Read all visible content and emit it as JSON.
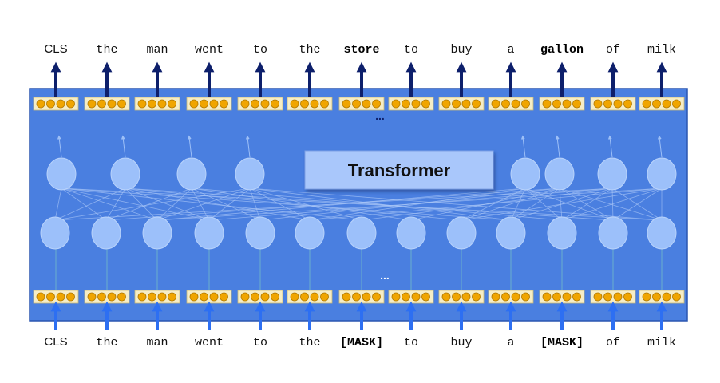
{
  "transformer_label": "Transformer",
  "output_tokens": [
    {
      "text": "CLS",
      "bold": false
    },
    {
      "text": "the",
      "bold": false
    },
    {
      "text": "man",
      "bold": false
    },
    {
      "text": "went",
      "bold": false
    },
    {
      "text": "to",
      "bold": false
    },
    {
      "text": "the",
      "bold": false
    },
    {
      "text": "store",
      "bold": true
    },
    {
      "text": "to",
      "bold": false
    },
    {
      "text": "buy",
      "bold": false
    },
    {
      "text": "a",
      "bold": false
    },
    {
      "text": "gallon",
      "bold": true
    },
    {
      "text": "of",
      "bold": false
    },
    {
      "text": "milk",
      "bold": false
    }
  ],
  "input_tokens": [
    {
      "text": "CLS",
      "bold": false
    },
    {
      "text": "the",
      "bold": false
    },
    {
      "text": "man",
      "bold": false
    },
    {
      "text": "went",
      "bold": false
    },
    {
      "text": "to",
      "bold": false
    },
    {
      "text": "the",
      "bold": false
    },
    {
      "text": "[MASK]",
      "bold": true
    },
    {
      "text": "to",
      "bold": false
    },
    {
      "text": "buy",
      "bold": false
    },
    {
      "text": "a",
      "bold": false
    },
    {
      "text": "[MASK]",
      "bold": true
    },
    {
      "text": "of",
      "bold": false
    },
    {
      "text": "milk",
      "bold": false
    }
  ],
  "ellipsis_top": "...",
  "ellipsis_bottom": "...",
  "colors": {
    "panel": "#4a7fe0",
    "panel_border": "#2b57b0",
    "node": "#9cc0fa",
    "embed_dot": "#f0a500",
    "embed_box": "#f6edc6",
    "output_arrow": "#0d1f6b",
    "input_arrow": "#2d6ff2",
    "label_box": "#a9c7fb"
  }
}
